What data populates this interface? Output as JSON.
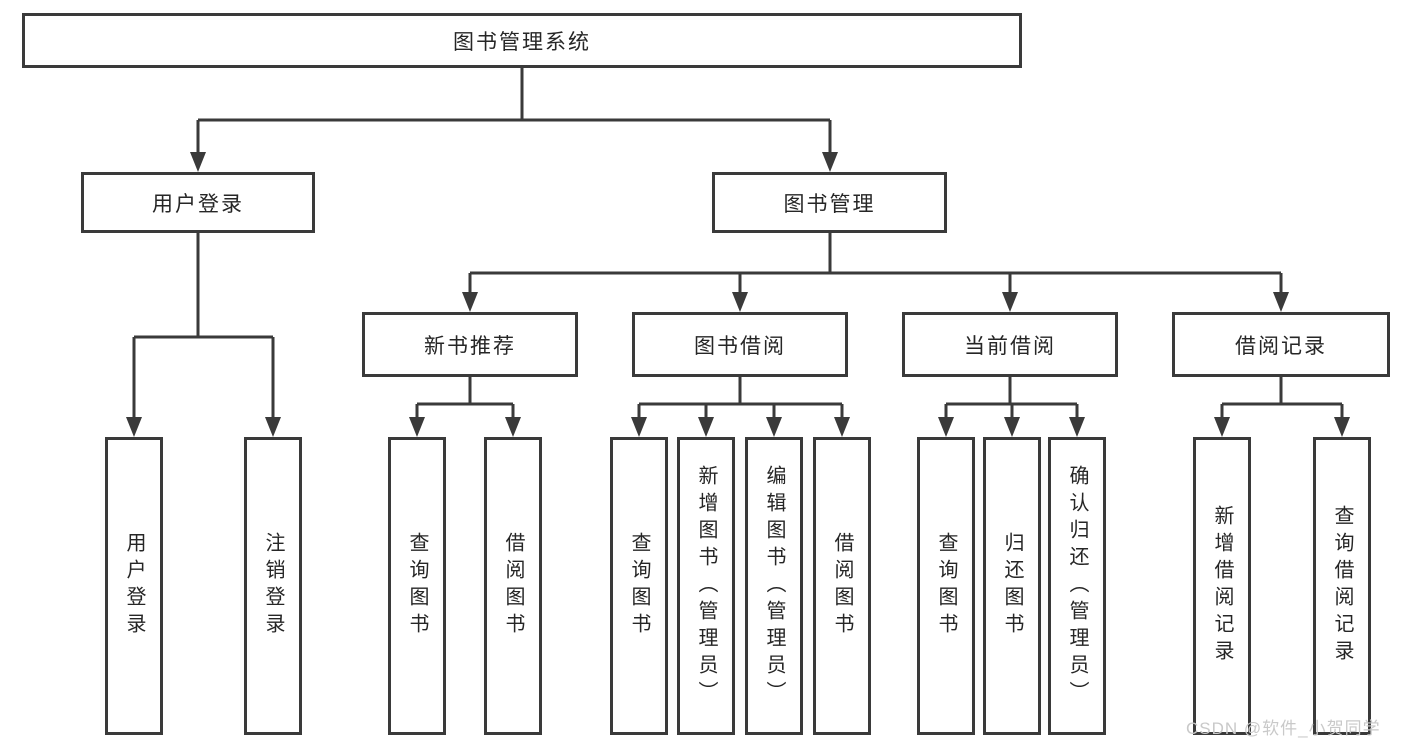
{
  "diagram": {
    "root_label": "图书管理系统",
    "level2": [
      {
        "label": "用户登录",
        "children": [
          "用户登录",
          "注销登录"
        ]
      },
      {
        "label": "图书管理"
      }
    ],
    "level3": [
      {
        "label": "新书推荐",
        "children": [
          "查询图书",
          "借阅图书"
        ]
      },
      {
        "label": "图书借阅",
        "children": [
          "查询图书",
          "新增图书（管理员）",
          "编辑图书（管理员）",
          "借阅图书"
        ]
      },
      {
        "label": "当前借阅",
        "children": [
          "查询图书",
          "归还图书",
          "确认归还（管理员）"
        ]
      },
      {
        "label": "借阅记录",
        "children": [
          "新增借阅记录",
          "查询借阅记录"
        ]
      }
    ]
  },
  "watermark": {
    "text": "CSDN @软件_小贺同学"
  },
  "colors": {
    "line": "#3a3a3a",
    "box_border": "#3a3a3a",
    "text": "#262626",
    "watermark": "#c9c9c9",
    "background": "#ffffff"
  }
}
